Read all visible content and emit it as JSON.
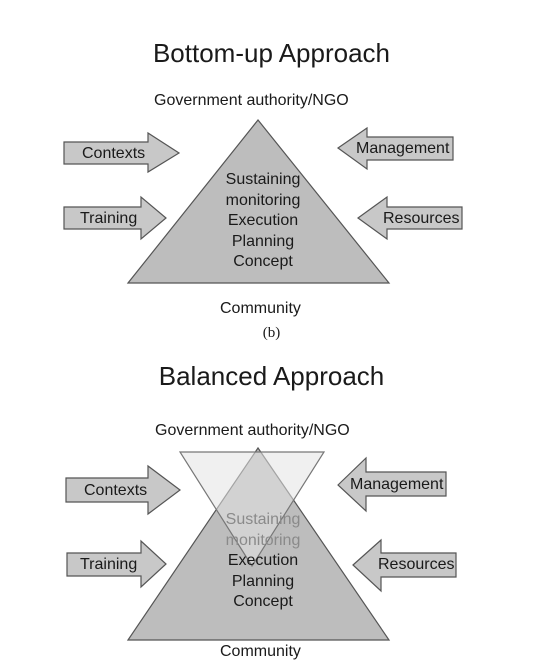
{
  "figure_top": {
    "title": "Bottom-up Approach",
    "top_label": "Government authority/NGO",
    "bottom_label": "Community",
    "left_arrows": [
      "Contexts",
      "Training"
    ],
    "right_arrows": [
      "Management",
      "Resources"
    ],
    "stack": [
      "Sustaining",
      "monitoring",
      "Execution",
      "Planning",
      "Concept"
    ]
  },
  "caption": "(b)",
  "figure_bottom": {
    "title": "Balanced Approach",
    "top_label": "Government authority/NGO",
    "bottom_label": "Community",
    "left_arrows": [
      "Contexts",
      "Training"
    ],
    "right_arrows": [
      "Management",
      "Resources"
    ],
    "stack": [
      "Sustaining",
      "monitoring",
      "Execution",
      "Planning",
      "Concept"
    ]
  },
  "colors": {
    "triangle_fill": "#bdbdbd",
    "triangle_stroke": "#555555",
    "arrow_fill": "#c8c8c8",
    "inverted_fill": "#e4e4e4"
  }
}
